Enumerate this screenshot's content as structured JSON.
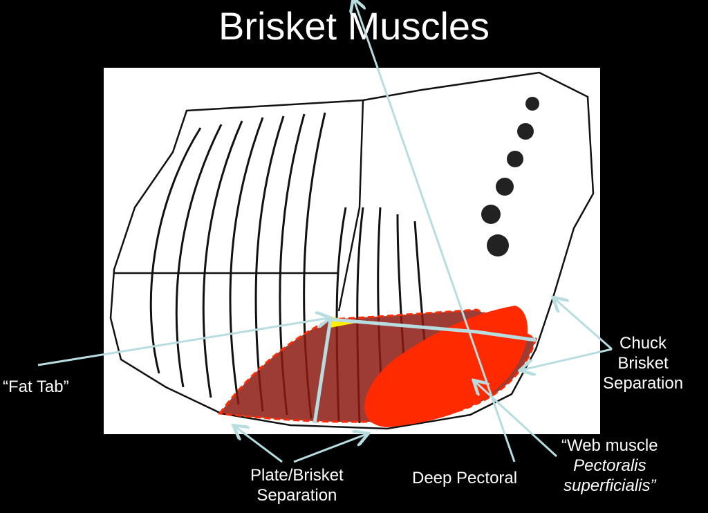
{
  "title": "Brisket Muscles",
  "labels": {
    "fat_tab": "“Fat Tab”",
    "chuck_brisket": [
      "Chuck",
      "Brisket",
      "Separation"
    ],
    "plate_brisket": [
      "Plate/Brisket",
      "Separation"
    ],
    "deep_pectoral": "Deep Pectoral",
    "web_muscle": [
      "“Web muscle",
      "Pectoralis",
      "superficialis”"
    ]
  },
  "colors": {
    "background": "#000000",
    "deep_pectoral": "#8b1a10",
    "web_muscle": "#ff2a00",
    "fat_tab": "#ffee00",
    "arrow": "#b8dde0",
    "dashed_outline": "#ff2a00"
  }
}
